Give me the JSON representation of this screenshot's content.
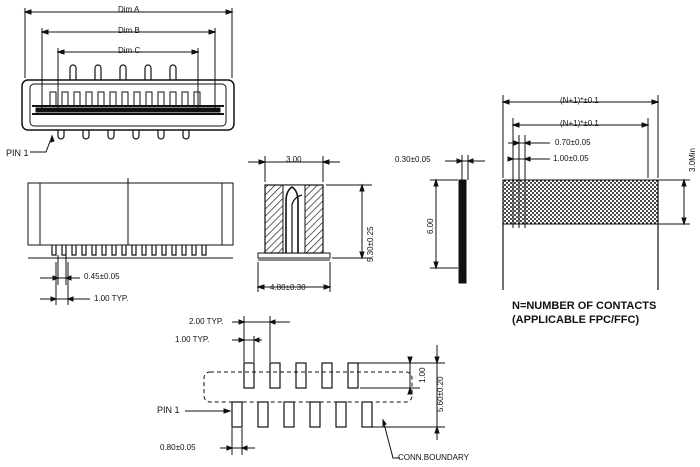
{
  "labels": {
    "dim_a": "Dim A",
    "dim_b": "Dim B",
    "dim_c": "Dim C",
    "pin1_top": "PIN 1",
    "pitch_045": "0.45±0.05",
    "typ_100_side": "1.00 TYP.",
    "w_300": "3.00",
    "h_530": "5.30±0.25",
    "w_480": "4.80±0.30",
    "t_030": "0.30±0.05",
    "h_600": "6.00",
    "n1_top": "(N+1)*±0.1",
    "n1_mid": "(N+1)*±0.1",
    "d_070": "0.70±0.05",
    "d_100": "1.00±0.05",
    "min_30": "3.0Min",
    "note_1": "N=NUMBER OF CONTACTS",
    "note_2": "(APPLICABLE FPC/FFC)",
    "typ_200": "2.00 TYP.",
    "typ_100_fp": "1.00 TYP.",
    "fp_100": "1.00",
    "fp_560": "5.60±0.20",
    "pin1_fp": "PIN 1",
    "fp_080": "0.80±0.05",
    "conn_boundary": "CONN.BOUNDARY"
  }
}
